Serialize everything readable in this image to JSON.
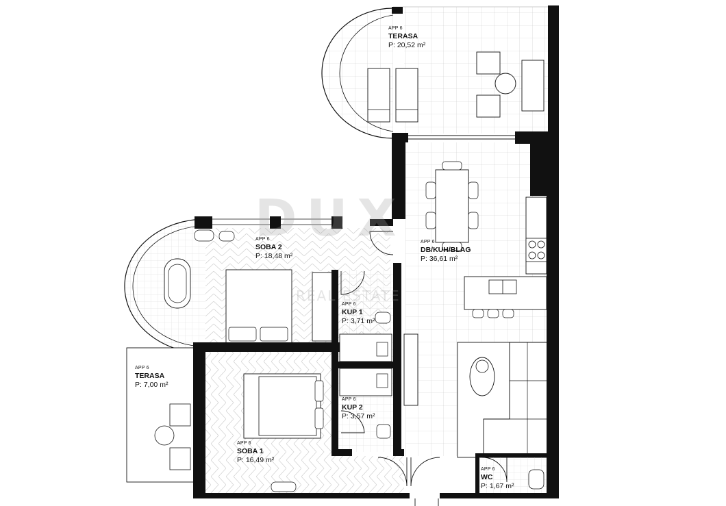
{
  "floor_plan": {
    "watermark": {
      "brand": "DUX",
      "tagline": "REAL ESTATE"
    },
    "rooms": [
      {
        "id": "terasa-top",
        "app": "APP 6",
        "name": "TERASA",
        "area": "P: 20,52 m²"
      },
      {
        "id": "soba-2",
        "app": "APP 6",
        "name": "SOBA 2",
        "area": "P: 18,48 m²"
      },
      {
        "id": "db-kuh-blag",
        "app": "APP 6",
        "name": "DB/KUH/BLAG",
        "area": "P: 36,61 m²"
      },
      {
        "id": "kup-1",
        "app": "APP 6",
        "name": "KUP 1",
        "area": "P: 3,71 m²"
      },
      {
        "id": "terasa-left",
        "app": "APP 6",
        "name": "TERASA",
        "area": "P: 7,00 m²"
      },
      {
        "id": "kup-2",
        "app": "APP 6",
        "name": "KUP 2",
        "area": "P: 3,57 m²"
      },
      {
        "id": "soba-1",
        "app": "APP 6",
        "name": "SOBA 1",
        "area": "P: 16,49 m²"
      },
      {
        "id": "wc",
        "app": "APP 6",
        "name": "WC",
        "area": "P: 1,67 m²"
      }
    ]
  }
}
